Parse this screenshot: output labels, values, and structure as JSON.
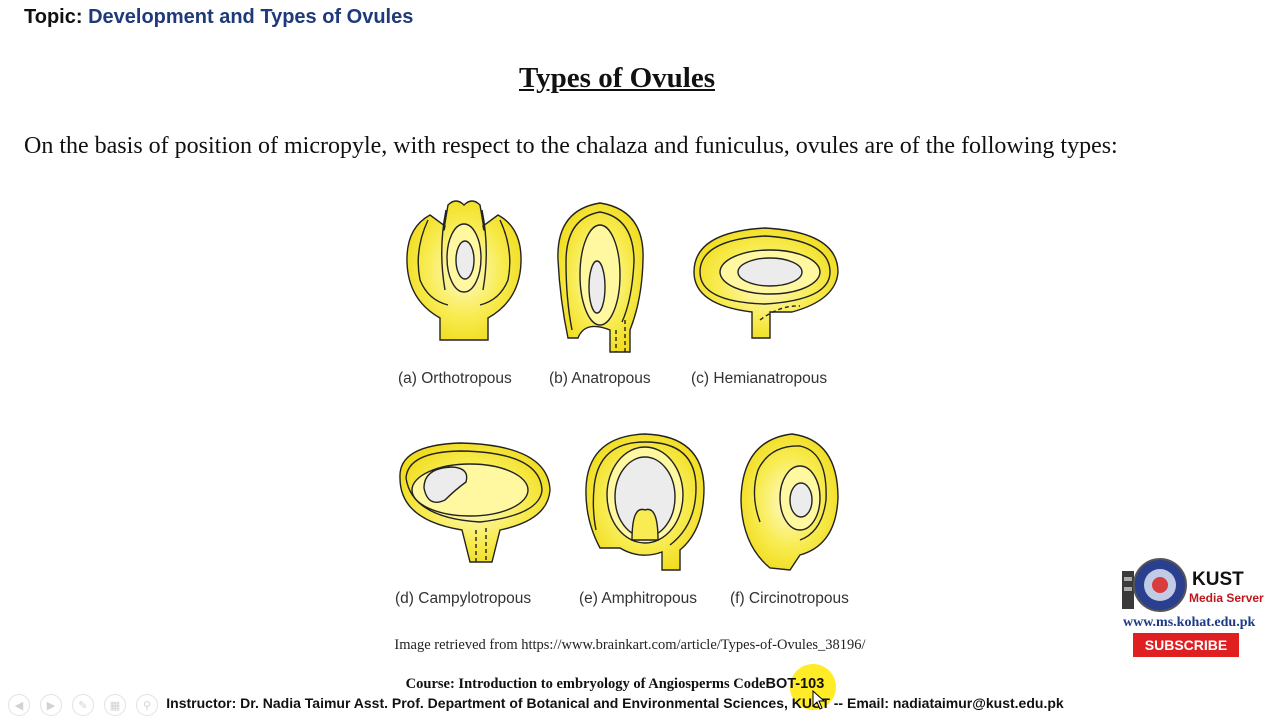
{
  "header": {
    "topic_label": "Topic:",
    "topic_value": "Development and Types of Ovules"
  },
  "slide": {
    "title": "Types of Ovules",
    "intro": "On the basis of position of micropyle, with respect to the chalaza and funiculus, ovules are of the following  types:",
    "captions": [
      "(a) Orthotropous",
      "(b) Anatropous",
      "(c) Hemianatropous",
      "(d) Campylotropous",
      "(e) Amphitropous",
      "(f) Circinotropous"
    ],
    "credit": "Image retrieved from https://www.brainkart.com/article/Types-of-Ovules_38196/"
  },
  "footer": {
    "course": "Course: Introduction to embryology of Angiosperms Code",
    "course_code": "BOT-103",
    "instructor": "Instructor: Dr. Nadia Taimur Asst. Prof. Department of Botanical and Environmental Sciences, KUST -- Email:  nadiataimur@kust.edu.pk"
  },
  "watermark": {
    "title": "KUST",
    "subtitle": "Media Server",
    "website": "www.ms.kohat.edu.pk",
    "subscribe": "SUBSCRIBE"
  },
  "colors": {
    "ovule_fill": "#f6e934",
    "ovule_light": "#fff9b0",
    "nucellus_sac": "#ececec",
    "topic_value": "#1f3a7a",
    "subscribe_bg": "#e02020",
    "highlight": "#ffe800"
  },
  "icons": [
    "slide-prev-icon",
    "slide-next-icon",
    "pen-icon",
    "slides-icon",
    "zoom-icon",
    "mouse-cursor-icon",
    "kust-logo-icon"
  ]
}
